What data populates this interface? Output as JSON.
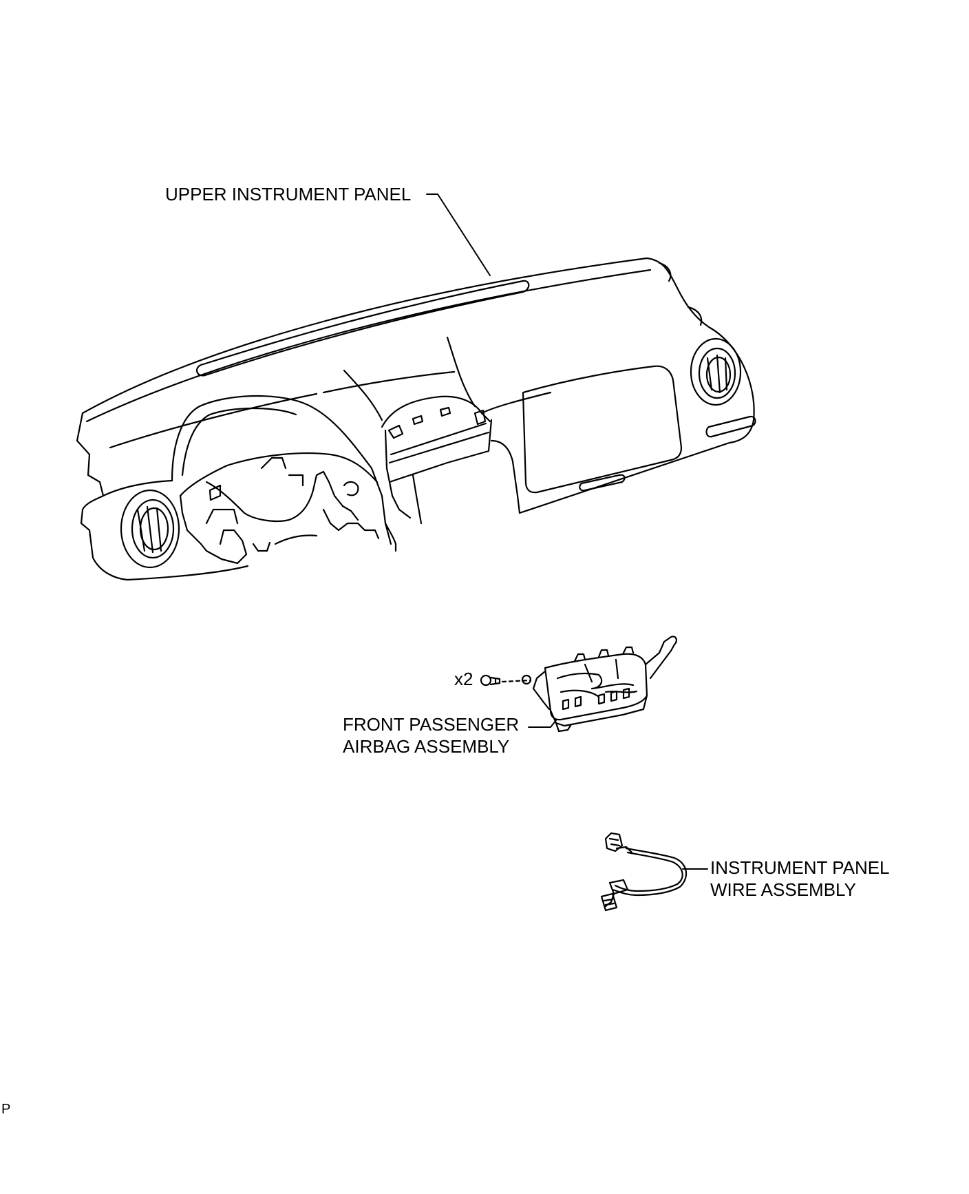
{
  "labels": {
    "upper_panel": "UPPER INSTRUMENT PANEL",
    "airbag_line1": "FRONT PASSENGER",
    "airbag_line2": "AIRBAG ASSEMBLY",
    "bolt_qty": "x2",
    "wire_line1": "INSTRUMENT PANEL",
    "wire_line2": "WIRE ASSEMBLY",
    "corner_mark": "P"
  },
  "colors": {
    "line": "#000000",
    "background": "#ffffff"
  }
}
